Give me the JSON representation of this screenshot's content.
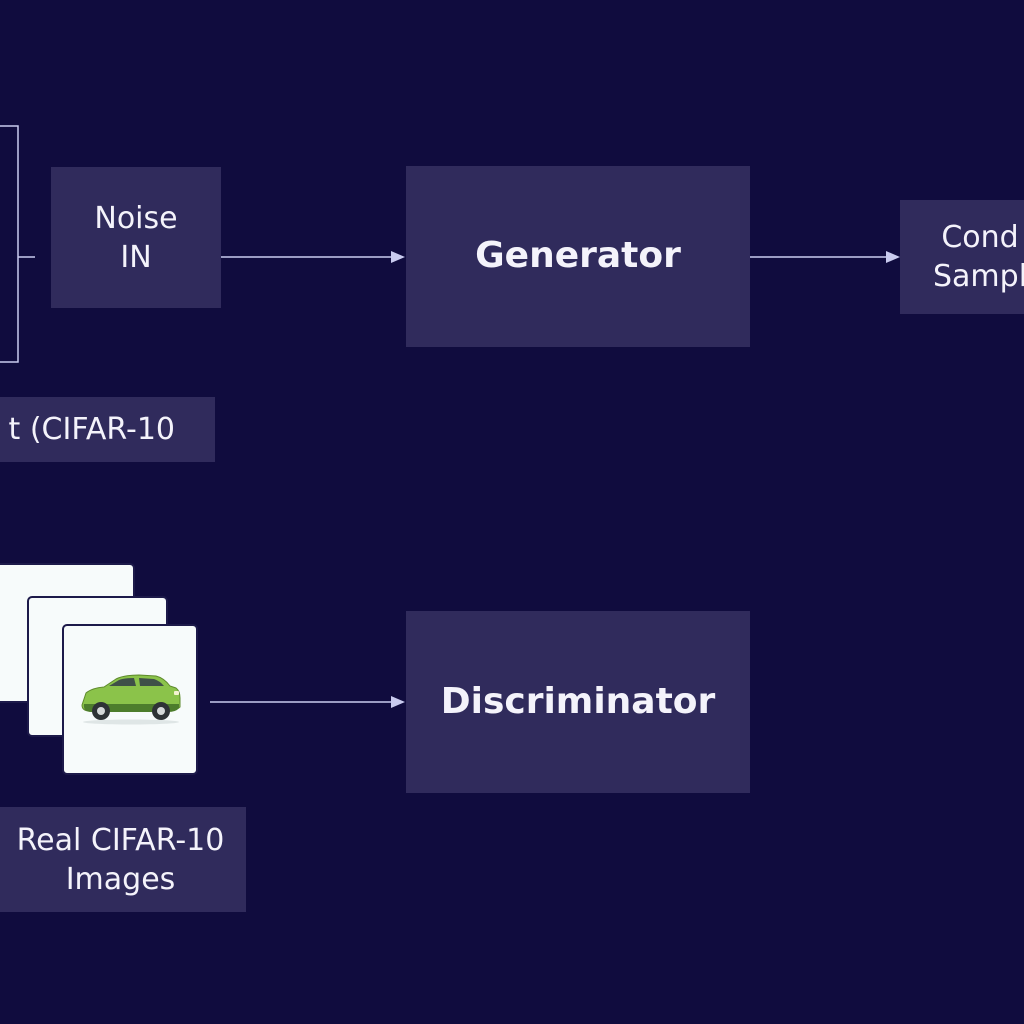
{
  "nodes": {
    "noise": {
      "label": "Noise\nIN"
    },
    "generator": {
      "label": "Generator"
    },
    "samples": {
      "label": "Cond\nSampl"
    },
    "dataset": {
      "label": "t (CIFAR-10"
    },
    "discriminator": {
      "label": "Discriminator"
    },
    "real_images": {
      "label": "Real CIFAR-10\nImages"
    }
  },
  "icons": {
    "image_stack": "image-stack-icon",
    "car": "car-icon"
  },
  "colors": {
    "background": "#100c3e",
    "box": "#302b5c",
    "text": "#f4f3fb",
    "arrow": "#c9cbef",
    "card": "#f7fbfb",
    "car_body": "#8bc34a"
  }
}
